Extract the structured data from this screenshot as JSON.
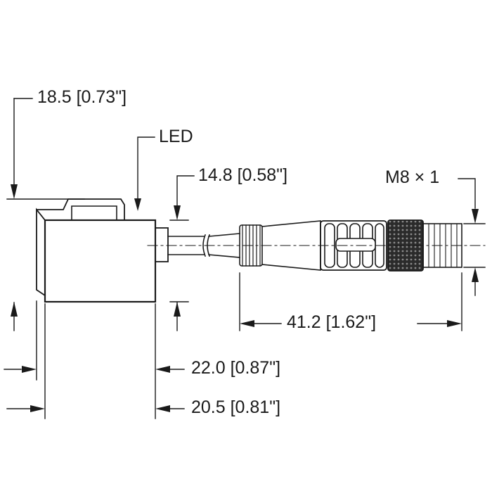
{
  "dimensions": {
    "sensor_height": "18.5 [0.73\"]",
    "led_label": "LED",
    "cable_diameter": "14.8 [0.58\"]",
    "thread": "M8 × 1",
    "connector_length": "41.2 [1.62\"]",
    "housing_width_outer": "22.0 [0.87\"]",
    "housing_width_inner": "20.5 [0.81\"]"
  },
  "colors": {
    "line": "#1a1a1a",
    "knurl": "#2b2b2b"
  }
}
